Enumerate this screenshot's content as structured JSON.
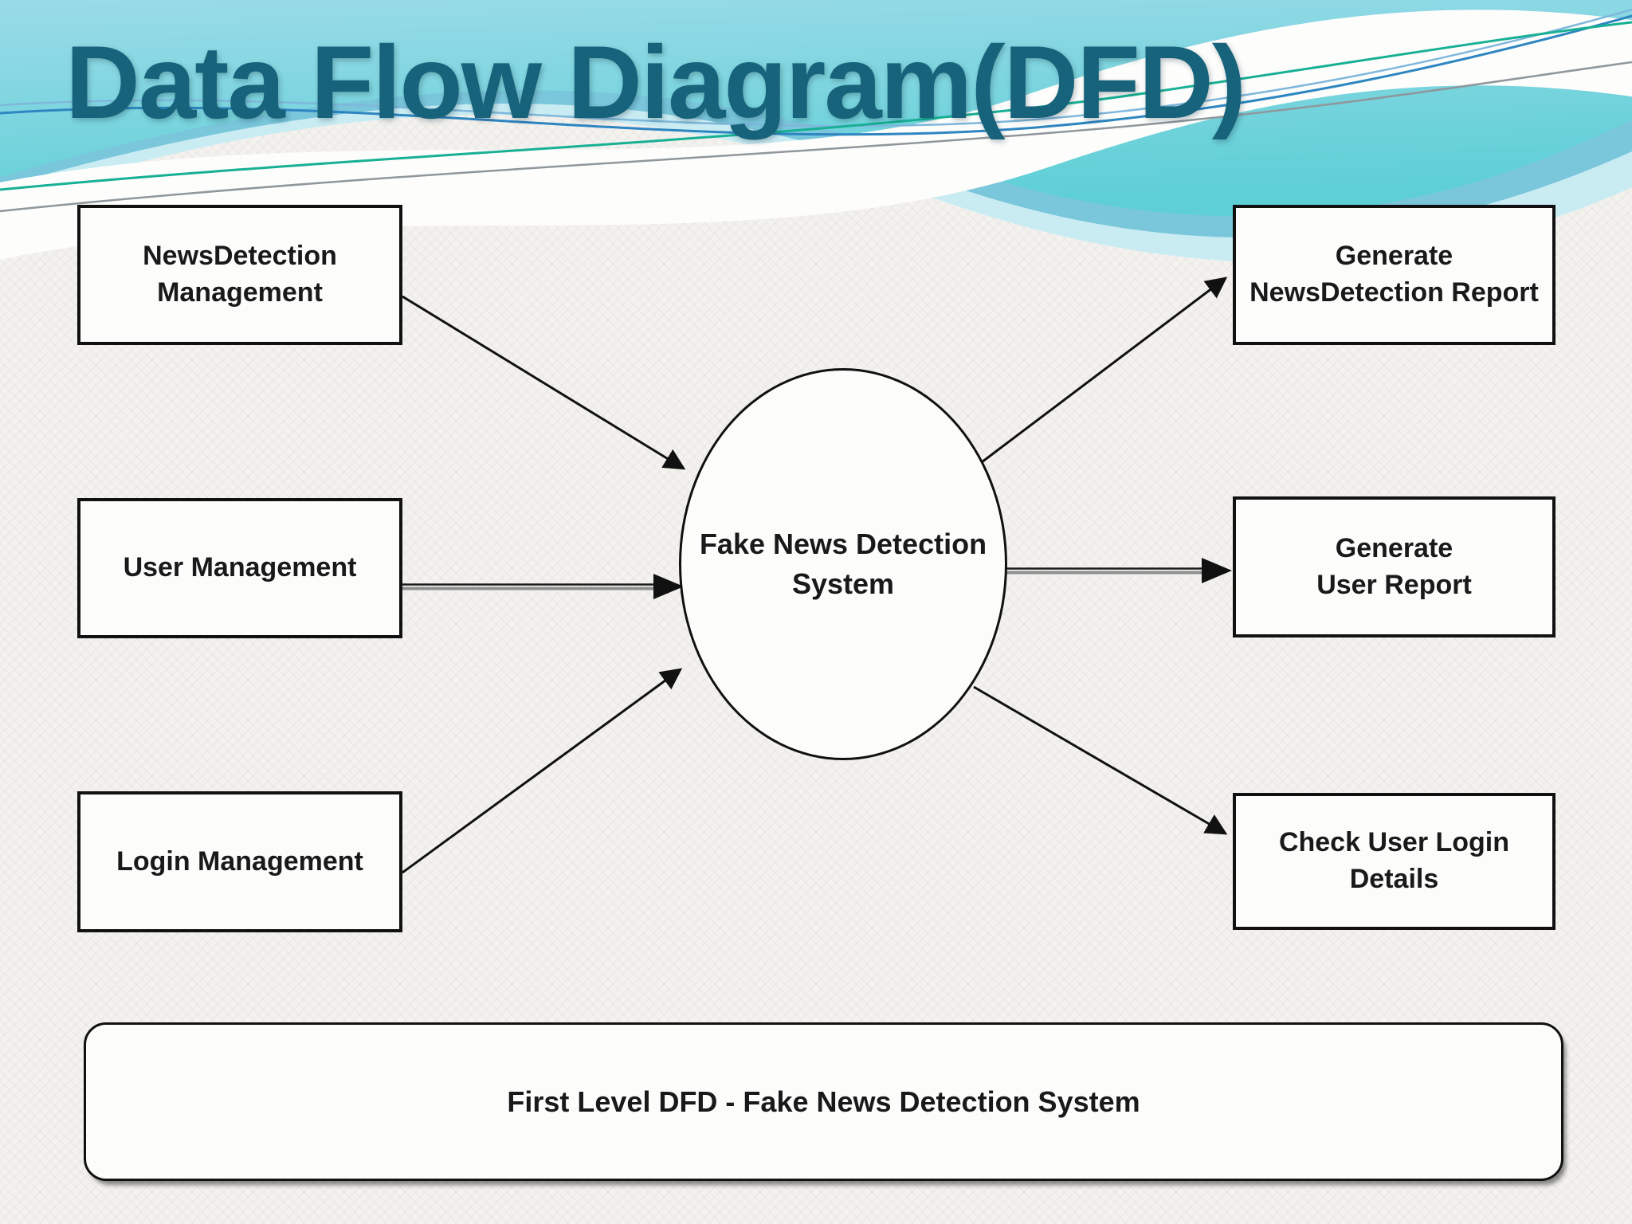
{
  "slide": {
    "title": "Data Flow Diagram(DFD)",
    "caption": "First Level DFD - Fake News Detection System"
  },
  "colors": {
    "title_text": "#17637b",
    "header_wave_main_top": "#9adbe8",
    "header_wave_main_bottom": "#5fcfd6",
    "header_wave_light": "#c9ecf3",
    "header_wave_medium": "#6cc0d6",
    "accent_line_blue": "#2e86c1",
    "accent_line_light_blue": "#7fb8dc",
    "accent_line_teal": "#18b094",
    "accent_line_gray": "#8f979c",
    "diagram_ink": "#111111",
    "flow_gray_stroke": "#8f8f8f",
    "background": "#f3f2ef",
    "shape_fill": "#fcfcfb"
  },
  "diagram": {
    "process": {
      "id": "fake-news-detection-system",
      "lines": [
        "Fake News Detection",
        "System"
      ]
    },
    "left_boxes": [
      {
        "id": "news-detection-management",
        "lines": [
          "NewsDetection",
          "Management"
        ]
      },
      {
        "id": "user-management",
        "lines": [
          "User Management"
        ]
      },
      {
        "id": "login-management",
        "lines": [
          "Login Management"
        ]
      }
    ],
    "right_boxes": [
      {
        "id": "generate-newsdetection-report",
        "lines": [
          "Generate",
          "NewsDetection Report"
        ]
      },
      {
        "id": "generate-user-report",
        "lines": [
          "Generate",
          "User Report"
        ]
      },
      {
        "id": "check-user-login-details",
        "lines": [
          "Check User Login",
          "Details"
        ]
      }
    ],
    "flows": [
      {
        "from": "NewsDetection Management",
        "to": "Fake News Detection System"
      },
      {
        "from": "User Management",
        "to": "Fake News Detection System"
      },
      {
        "from": "Login Management",
        "to": "Fake News Detection System"
      },
      {
        "from": "Fake News Detection System",
        "to": "Generate NewsDetection Report"
      },
      {
        "from": "Fake News Detection System",
        "to": "Generate User Report"
      },
      {
        "from": "Fake News Detection System",
        "to": "Check User Login Details"
      }
    ]
  }
}
